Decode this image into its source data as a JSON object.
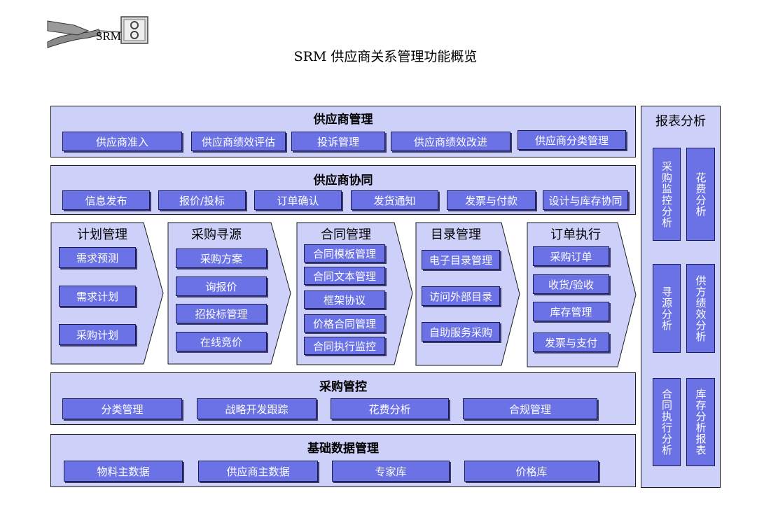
{
  "header": {
    "logo_text": "SRM",
    "title": "SRM 供应商关系管理功能概览"
  },
  "supplier_mgmt": {
    "title": "供应商管理",
    "items": [
      "供应商准入",
      "供应商绩效评估",
      "投诉管理",
      "供应商绩效改进",
      "供应商分类管理"
    ]
  },
  "supplier_collab": {
    "title": "供应商协同",
    "items": [
      "信息发布",
      "报价/投标",
      "订单确认",
      "发货通知",
      "发票与付款",
      "设计与库存协同"
    ]
  },
  "process": [
    {
      "title": "计划管理",
      "items": [
        "需求预测",
        "需求计划",
        "采购计划"
      ]
    },
    {
      "title": "采购寻源",
      "items": [
        "采购方案",
        "询报价",
        "招投标管理",
        "在线竞价"
      ]
    },
    {
      "title": "合同管理",
      "items": [
        "合同模板管理",
        "合同文本管理",
        "框架协议",
        "价格合同管理",
        "合同执行监控"
      ]
    },
    {
      "title": "目录管理",
      "items": [
        "电子目录管理",
        "访问外部目录",
        "自助服务采购"
      ]
    },
    {
      "title": "订单执行",
      "items": [
        "采购订单",
        "收货/验收",
        "库存管理",
        "发票与支付"
      ]
    }
  ],
  "procurement_control": {
    "title": "采购管控",
    "items": [
      "分类管理",
      "战略开发跟踪",
      "花费分析",
      "合规管理"
    ]
  },
  "master_data": {
    "title": "基础数据管理",
    "items": [
      "物料主数据",
      "供应商主数据",
      "专家库",
      "价格库"
    ]
  },
  "reports": {
    "title": "报表分析",
    "items": [
      "采购监控分析",
      "花费分析",
      "寻源分析",
      "供方绩效分析",
      "合同执行分析",
      "库存分析报表"
    ]
  },
  "colors": {
    "panel_bg": "#cdd0f8",
    "button_bg": "#6a72e6",
    "border": "#1a1a1a"
  }
}
